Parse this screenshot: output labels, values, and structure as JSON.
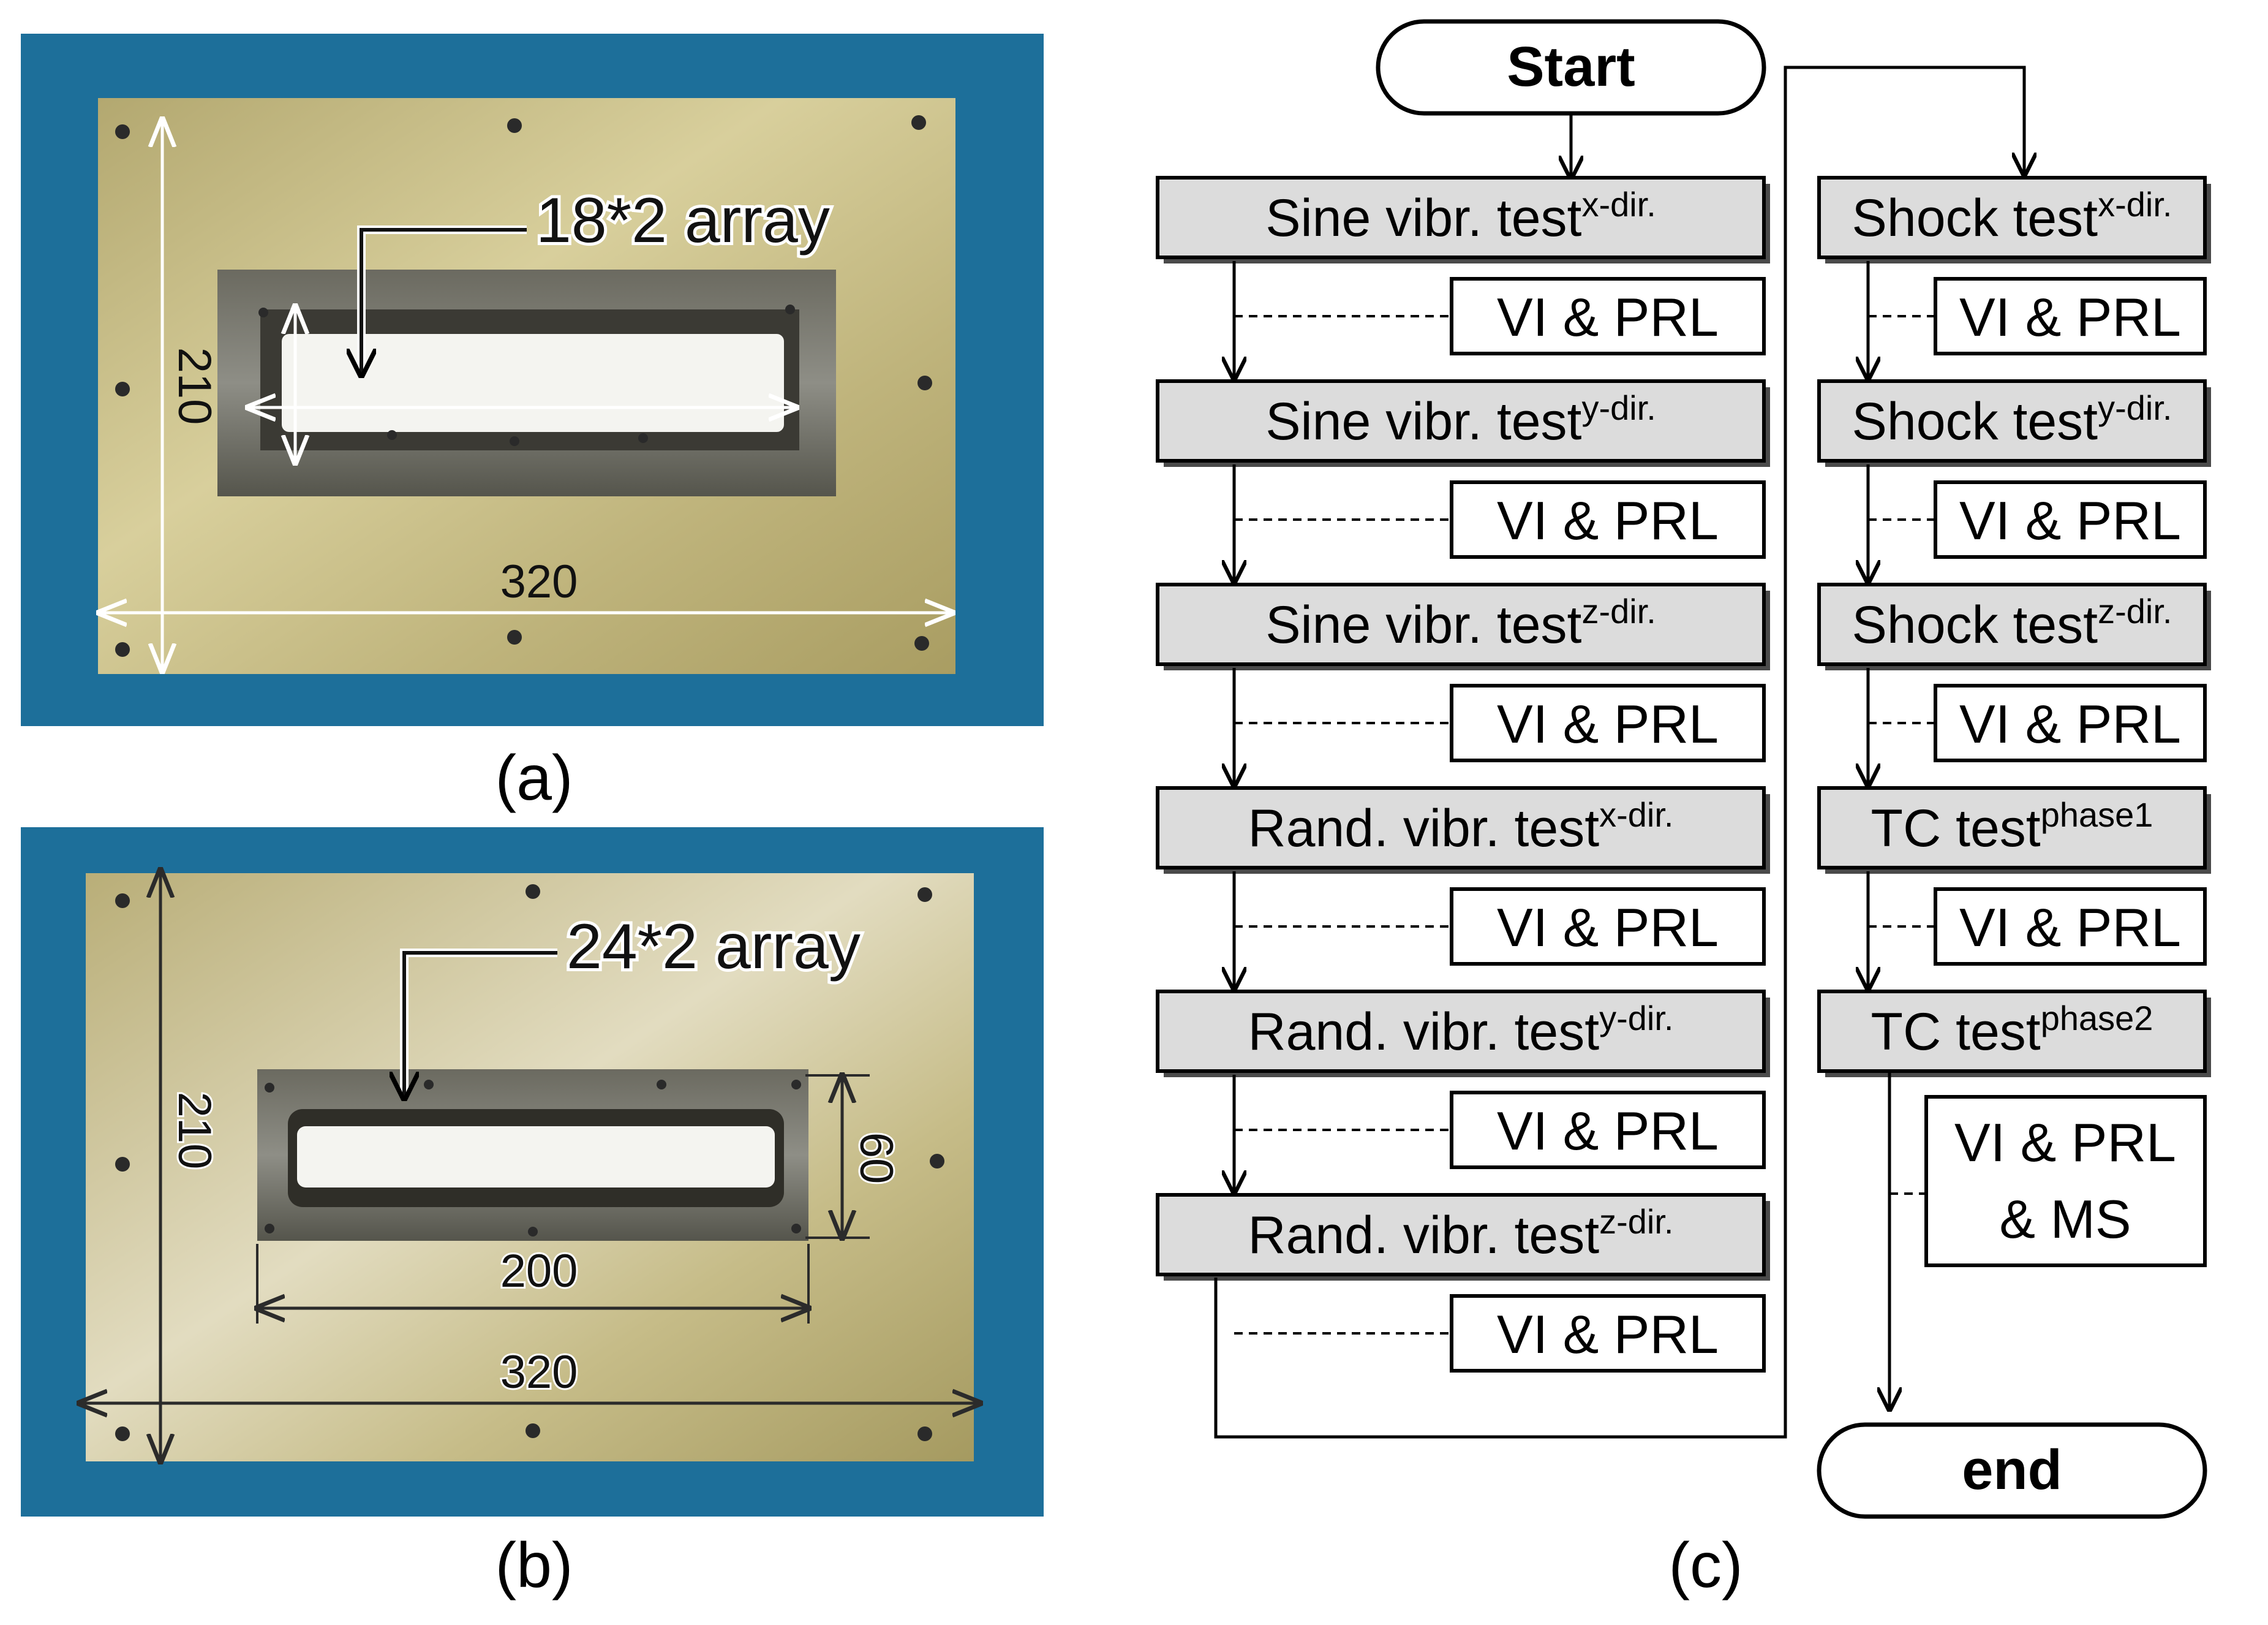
{
  "panels": {
    "a": {
      "caption": "(a)",
      "callout": "18*2 array",
      "dim_width": "320",
      "dim_height": "210"
    },
    "b": {
      "caption": "(b)",
      "callout": "24*2 array",
      "dim_width": "320",
      "dim_height": "210",
      "dim_window_width": "200",
      "dim_window_height": "60"
    },
    "c": {
      "caption": "(c)"
    }
  },
  "flowchart": {
    "start": "Start",
    "end": "end",
    "left_column": [
      {
        "base": "Sine vibr. test",
        "sup": "x-dir."
      },
      {
        "base": "Sine vibr. test",
        "sup": "y-dir."
      },
      {
        "base": "Sine vibr. test",
        "sup": "z-dir."
      },
      {
        "base": "Rand. vibr. test",
        "sup": "x-dir."
      },
      {
        "base": "Rand. vibr. test",
        "sup": "y-dir."
      },
      {
        "base": "Rand. vibr. test",
        "sup": "z-dir."
      }
    ],
    "right_column": [
      {
        "base": "Shock test",
        "sup": "x-dir."
      },
      {
        "base": "Shock test",
        "sup": "y-dir."
      },
      {
        "base": "Shock test",
        "sup": "z-dir."
      },
      {
        "base": "TC test",
        "sup": "phase1"
      },
      {
        "base": "TC test",
        "sup": "phase2"
      }
    ],
    "inspection_label": "VI & PRL",
    "final_inspection_lines": [
      "VI & PRL",
      "& MS"
    ]
  },
  "colors": {
    "photo_background": "#1d6f9a",
    "plate": "#c9bd86",
    "step_fill": "#dcdcdc",
    "line": "#000000"
  }
}
